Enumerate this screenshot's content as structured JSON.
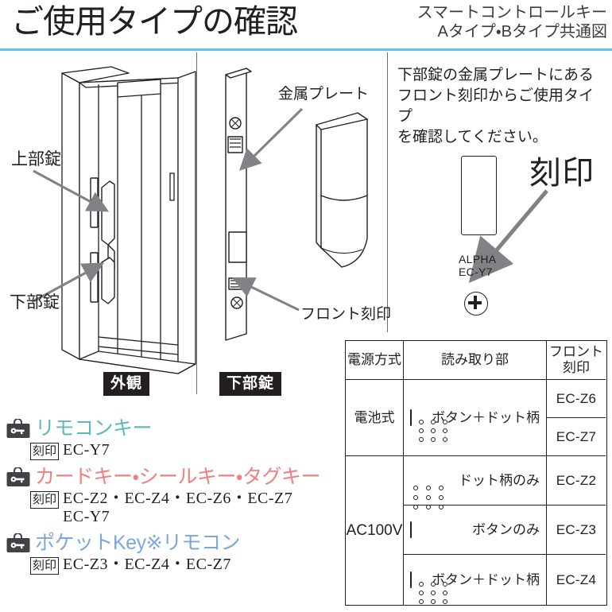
{
  "header": {
    "title": "ご使用タイプの確認",
    "subtitle_line1": "スマートコントロールキー",
    "subtitle_line2": "Aタイプ・Bタイプ共通図",
    "rule_color": "#5bc5ea"
  },
  "instruction": {
    "line1": "下部錠の金属プレートにある",
    "line2": "フロント刻印からご使用タイプ",
    "line3": "を確認してください。"
  },
  "diagram": {
    "labels": {
      "upper_lock": "上部錠",
      "lower_lock": "下部錠",
      "metal_plate": "金属プレート",
      "front_stamp": "フロント刻印"
    },
    "badges": {
      "exterior": "外観",
      "lower_lock": "下部錠"
    }
  },
  "plate_detail": {
    "stamp_label": "刻印",
    "brand": "ALPHA",
    "model": "EC-Y7"
  },
  "legend": {
    "stamp_box_label": "刻印",
    "items": [
      {
        "name": "リモコンキー",
        "color": "#5fb9b9",
        "codes_line1": "EC-Y7",
        "codes_line2": ""
      },
      {
        "name": "カードキー・シールキー・タグキー",
        "color": "#ef8080",
        "codes_line1": "EC-Z2・EC-Z4・EC-Z6・EC-Z7",
        "codes_line2": "EC-Y7"
      },
      {
        "name": "ポケットKey※リモコン",
        "color": "#7aa8dd",
        "codes_line1": "EC-Z3・EC-Z4・EC-Z7",
        "codes_line2": ""
      }
    ]
  },
  "table": {
    "headers": {
      "power": "電源方式",
      "reader": "読み取り部",
      "stamp_line1": "フロント",
      "stamp_line2": "刻印"
    },
    "groups": [
      {
        "power": "電池式",
        "rows": [
          {
            "reader_type": "button-dots",
            "reader_text": "ボタン＋ドット柄",
            "code": "EC-Z6"
          },
          {
            "reader_type": "none",
            "reader_text": "",
            "code": "EC-Z7"
          }
        ]
      },
      {
        "power": "AC100V",
        "rows": [
          {
            "reader_type": "dots-only",
            "reader_text": "ドット柄のみ",
            "code": "EC-Z2"
          },
          {
            "reader_type": "button-only",
            "reader_text": "ボタンのみ",
            "code": "EC-Z3"
          },
          {
            "reader_type": "button-dots",
            "reader_text": "ボタン＋ドット柄",
            "code": "EC-Z4"
          }
        ]
      }
    ]
  }
}
